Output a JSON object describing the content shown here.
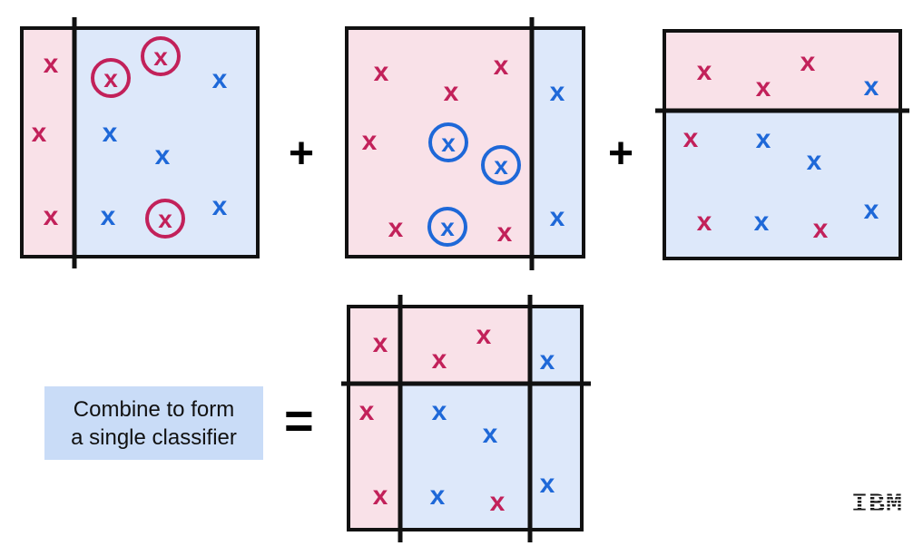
{
  "colors": {
    "pink_region": "#f9e1e8",
    "blue_region": "#dde8fa",
    "pink_mark": "#c2215a",
    "blue_mark": "#1e68d8",
    "border": "#111111",
    "caption_bg": "#c9dcf7"
  },
  "mark_glyph": "x",
  "operators": {
    "plus_1": "+",
    "plus_2": "+",
    "equals": "="
  },
  "caption": {
    "line1": "Combine to form",
    "line2": "a single classifier"
  },
  "logo": {
    "text": "IBM"
  },
  "panels": [
    {
      "name": "weak-classifier-1",
      "split": "vertical",
      "marks": [
        {
          "class": "pink",
          "circled": false
        },
        {
          "class": "pink",
          "circled": false
        },
        {
          "class": "pink",
          "circled": false
        },
        {
          "class": "pink",
          "circled": true
        },
        {
          "class": "pink",
          "circled": true
        },
        {
          "class": "pink",
          "circled": true
        },
        {
          "class": "blue",
          "circled": false
        },
        {
          "class": "blue",
          "circled": false
        },
        {
          "class": "blue",
          "circled": false
        },
        {
          "class": "blue",
          "circled": false
        },
        {
          "class": "blue",
          "circled": false
        }
      ]
    },
    {
      "name": "weak-classifier-2",
      "split": "vertical",
      "marks": [
        {
          "class": "pink",
          "circled": false
        },
        {
          "class": "pink",
          "circled": false
        },
        {
          "class": "pink",
          "circled": false
        },
        {
          "class": "pink",
          "circled": false
        },
        {
          "class": "pink",
          "circled": false
        },
        {
          "class": "pink",
          "circled": false
        },
        {
          "class": "blue",
          "circled": true
        },
        {
          "class": "blue",
          "circled": true
        },
        {
          "class": "blue",
          "circled": true
        },
        {
          "class": "blue",
          "circled": false
        },
        {
          "class": "blue",
          "circled": false
        }
      ]
    },
    {
      "name": "weak-classifier-3",
      "split": "horizontal",
      "marks": [
        {
          "class": "pink",
          "circled": false
        },
        {
          "class": "pink",
          "circled": false
        },
        {
          "class": "pink",
          "circled": false
        },
        {
          "class": "blue",
          "circled": false
        },
        {
          "class": "pink",
          "circled": false
        },
        {
          "class": "blue",
          "circled": false
        },
        {
          "class": "blue",
          "circled": false
        },
        {
          "class": "pink",
          "circled": false
        },
        {
          "class": "blue",
          "circled": false
        },
        {
          "class": "pink",
          "circled": false
        },
        {
          "class": "blue",
          "circled": false
        }
      ]
    },
    {
      "name": "combined-classifier",
      "split": "combined",
      "marks": [
        {
          "class": "pink",
          "circled": false
        },
        {
          "class": "pink",
          "circled": false
        },
        {
          "class": "pink",
          "circled": false
        },
        {
          "class": "blue",
          "circled": false
        },
        {
          "class": "pink",
          "circled": false
        },
        {
          "class": "blue",
          "circled": false
        },
        {
          "class": "blue",
          "circled": false
        },
        {
          "class": "pink",
          "circled": false
        },
        {
          "class": "blue",
          "circled": false
        },
        {
          "class": "pink",
          "circled": false
        },
        {
          "class": "blue",
          "circled": false
        }
      ]
    }
  ]
}
